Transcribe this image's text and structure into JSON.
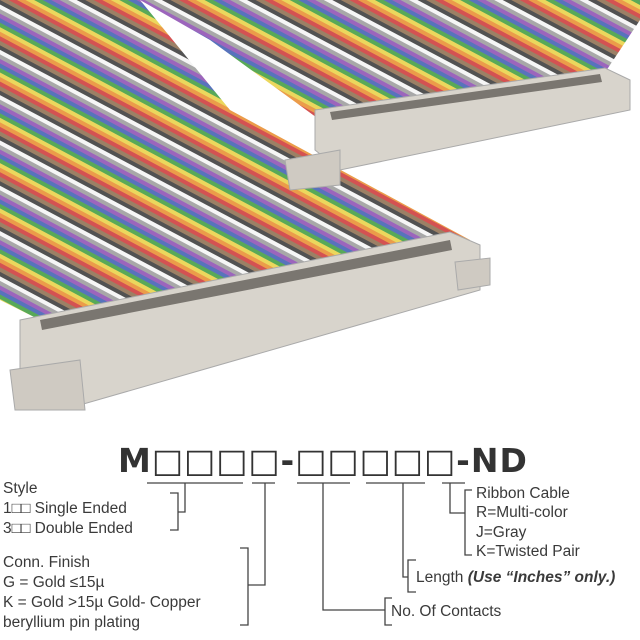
{
  "part_number": "M□□□□-□□□□□-ND",
  "style": {
    "title": "Style",
    "options": [
      "1□□ Single Ended",
      "3□□ Double Ended"
    ]
  },
  "finish": {
    "title": "Conn. Finish",
    "options": [
      "G = Gold ≤15µ",
      "K = Gold >15µ Gold- Copper",
      "beryllium pin plating"
    ]
  },
  "contacts": {
    "title": "No. Of Contacts"
  },
  "length": {
    "title": "Length",
    "note": "(Use “Inches” only.)"
  },
  "cable": {
    "title": "Ribbon Cable",
    "options": [
      "R=Multi-color",
      "J=Gray",
      "K=Twisted Pair"
    ]
  },
  "colors": {
    "text": "#3a3a3a",
    "connector": "#d8d4cc"
  }
}
